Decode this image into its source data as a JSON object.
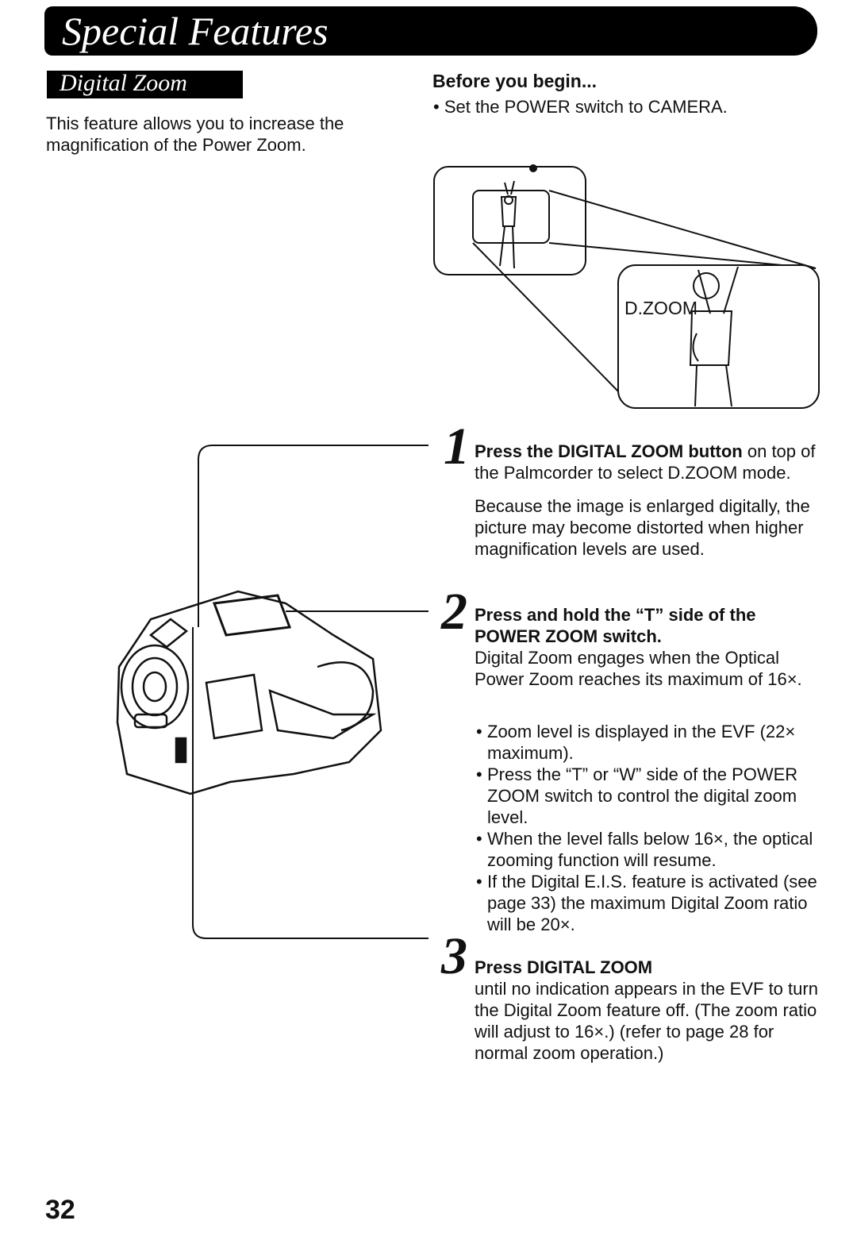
{
  "header": {
    "title": "Special Features"
  },
  "section": {
    "title": "Digital Zoom"
  },
  "intro": {
    "text": "This feature allows you to increase the magnification of the Power Zoom."
  },
  "before": {
    "title": "Before you begin...",
    "note": "• Set the POWER switch to CAMERA."
  },
  "illustration": {
    "dzoom_label": "D.ZOOM"
  },
  "steps": [
    {
      "number": "1",
      "lead_bold": "Press the DIGITAL ZOOM button",
      "lead_rest": " on top of the Palmcorder to select D.ZOOM mode.",
      "paragraph": "Because the image is enlarged digitally, the picture may become distorted when higher magnification levels are used."
    },
    {
      "number": "2",
      "lead_bold": "Press and hold the “T” side of the POWER ZOOM switch.",
      "paragraph": "Digital Zoom engages when the Optical Power Zoom reaches its maximum of 16×.",
      "bullets": [
        "Zoom level is displayed in the EVF (22× maximum).",
        "Press the “T” or “W” side of the POWER ZOOM switch to control the digital zoom level.",
        "When the level falls below 16×, the optical zooming function will resume.",
        "If the Digital E.I.S. feature is activated (see page 33) the maximum Digital Zoom ratio will be 20×."
      ]
    },
    {
      "number": "3",
      "lead_bold": "Press DIGITAL ZOOM",
      "paragraph": "until no indication appears in the EVF to turn the Digital Zoom feature off. (The zoom ratio will adjust to 16×.) (refer to page 28 for normal zoom operation.)"
    }
  ],
  "footer": {
    "page_number": "32"
  }
}
